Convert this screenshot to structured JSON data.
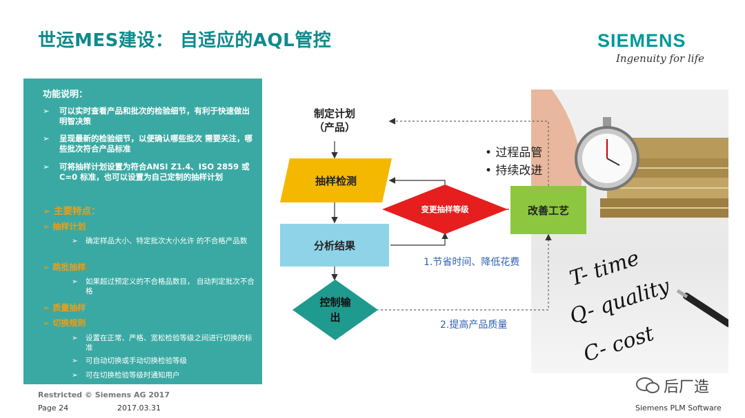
{
  "header": {
    "title": "世运MES建设： 自适应的AQL管控",
    "logo": "SIEMENS",
    "tagline": "Ingenuity for life"
  },
  "panel": {
    "heading": "功能说明：",
    "items": [
      {
        "bullet": "➢",
        "text": "可以实时查看产品和批次的检验细节，有利于快速做出明智决策"
      },
      {
        "bullet": "➢",
        "text": "呈现最新的检验细节，以便确认哪些批次 需要关注，哪些批次符合产品标准"
      },
      {
        "bullet": "➢",
        "text": "可将抽样计划设置为符合ANSI Z1.4、ISO 2859 或 C=0 标准，也可以设置为自己定制的抽样计划"
      }
    ],
    "features_heading": "➢ 主要特点：",
    "features": [
      {
        "label": "➢ 抽样计划",
        "subs": [
          "确定样品大小、特定批次大小允许 的不合格产品数"
        ]
      },
      {
        "label": "➢ 跳批抽样",
        "subs": [
          "如果超过预定义的不合格品数目， 自动判定批次不合格"
        ]
      },
      {
        "label": "➢ 质量抽样",
        "subs": []
      },
      {
        "label": "➢ 切换规则",
        "subs": [
          "设置在正常、严格、宽松检验等级之间进行切换的标准",
          "可自动切换或手动切换检验等级",
          "可在切换检验等级时通知用户"
        ]
      }
    ],
    "sub_bullet": "➢"
  },
  "flow": {
    "plan": "制定计划\n（产品）",
    "sampling": "抽样检测",
    "analysis": "分析结果",
    "control": "控制输\n出",
    "change": "变更抽样等级",
    "improve": "改善工艺",
    "bullets": [
      "• 过程品管",
      "• 持续改进"
    ],
    "note1": "1.节省时间、降低花费",
    "note2": "2.提高产品质量",
    "colors": {
      "plan": "#c6ccd3",
      "sampling": "#f5b800",
      "analysis": "#8fd3e8",
      "control": "#1f9a8e",
      "change": "#e61e1e",
      "improve": "#8dc63f"
    }
  },
  "photo": {
    "lines": [
      "T- time",
      "Q- quality",
      "C- cost"
    ]
  },
  "footer": {
    "restricted": "Restricted © Siemens AG 2017",
    "page": "Page 24",
    "date": "2017.03.31",
    "watermark": "后厂造",
    "company": "Siemens PLM Software"
  }
}
